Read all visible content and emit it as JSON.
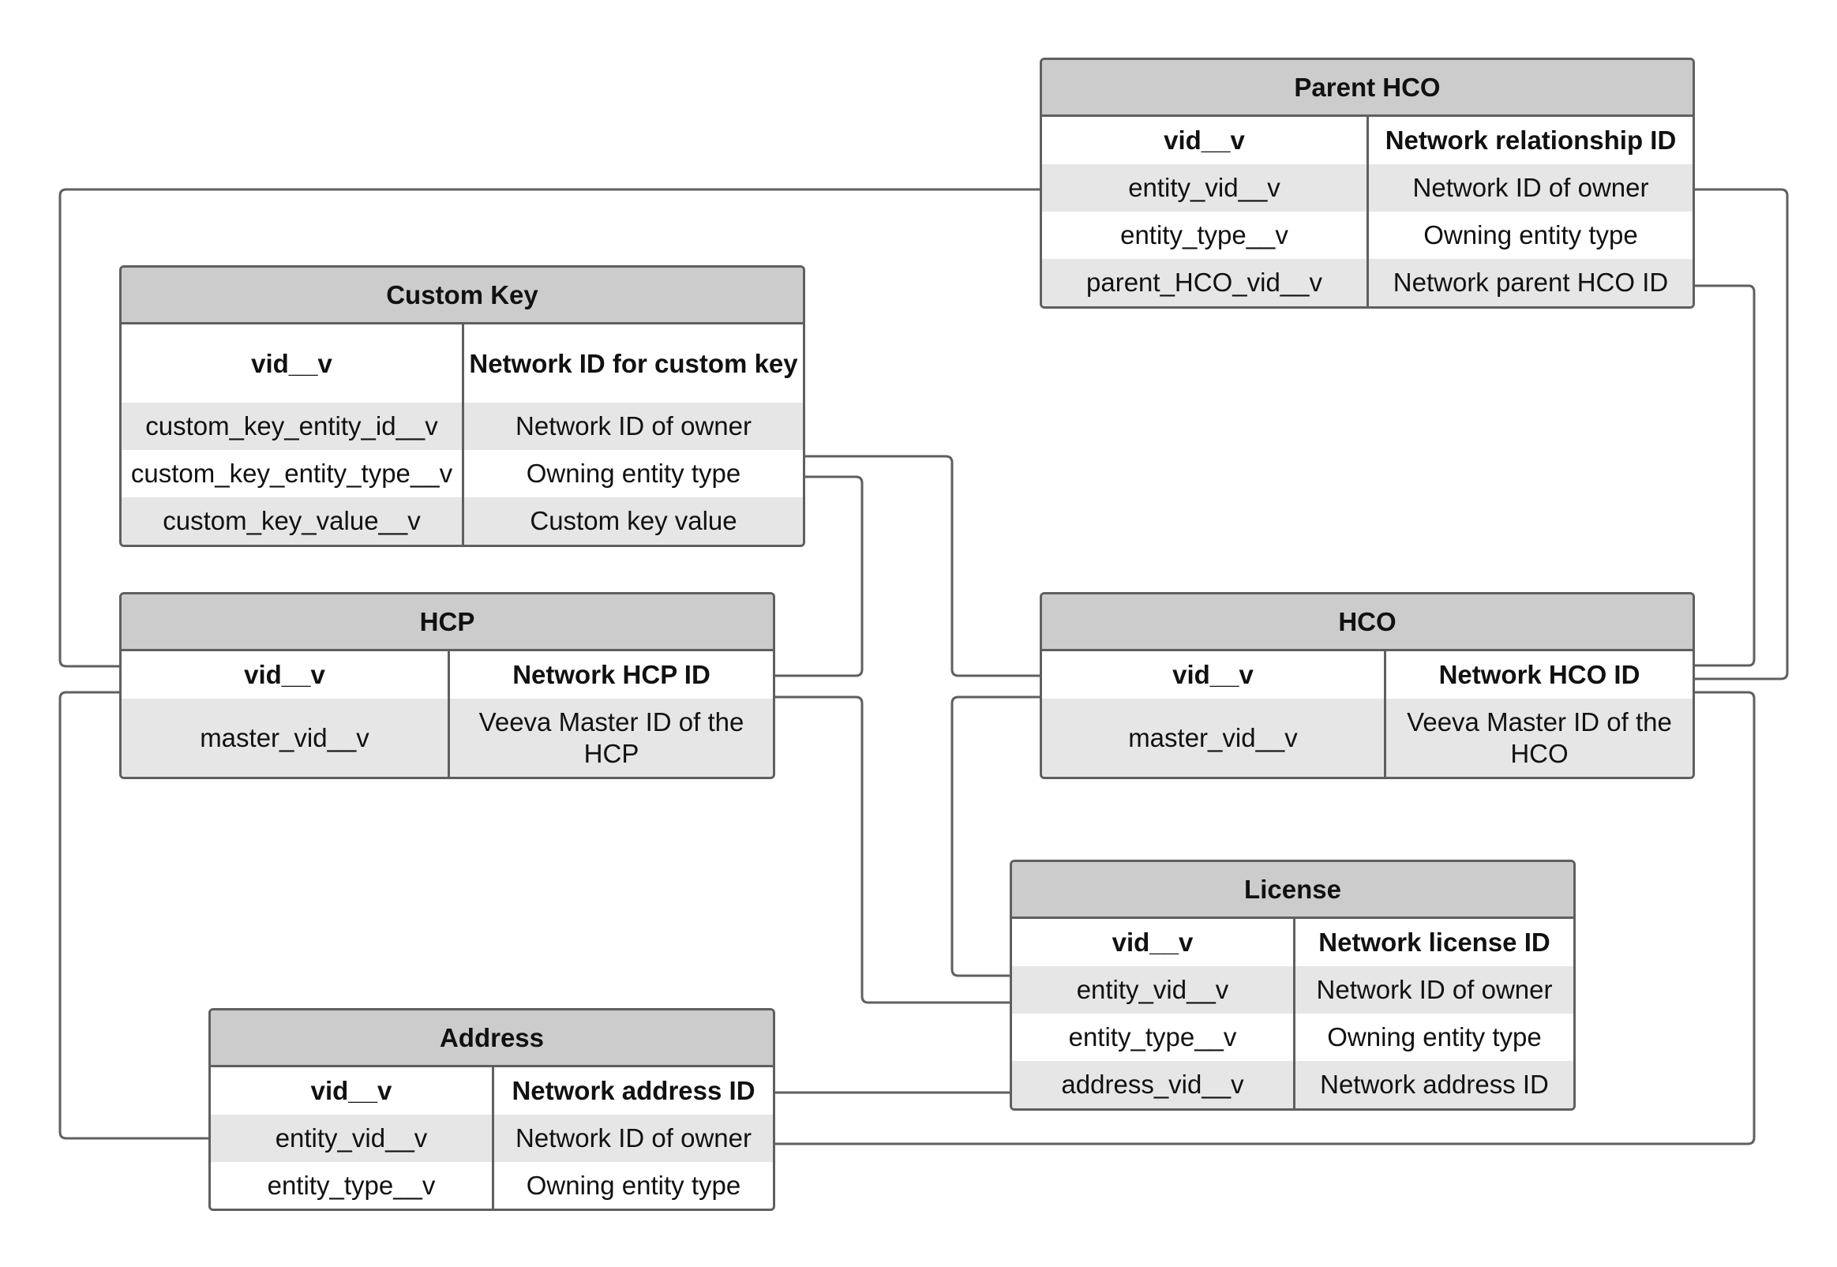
{
  "diagram": {
    "entities": {
      "parent_hco": {
        "title": "Parent HCO",
        "header": [
          "vid__v",
          "Network relationship ID"
        ],
        "rows": [
          [
            "entity_vid__v",
            "Network ID of owner"
          ],
          [
            "entity_type__v",
            "Owning entity type"
          ],
          [
            "parent_HCO_vid__v",
            "Network parent HCO ID"
          ]
        ]
      },
      "custom_key": {
        "title": "Custom Key",
        "header": [
          "vid__v",
          "Network ID for custom key"
        ],
        "rows": [
          [
            "custom_key_entity_id__v",
            "Network ID of owner"
          ],
          [
            "custom_key_entity_type__v",
            "Owning entity type"
          ],
          [
            "custom_key_value__v",
            "Custom key value"
          ]
        ]
      },
      "hcp": {
        "title": "HCP",
        "header": [
          "vid__v",
          "Network HCP ID"
        ],
        "rows": [
          [
            "master_vid__v",
            "Veeva Master ID of the HCP"
          ]
        ]
      },
      "hco": {
        "title": "HCO",
        "header": [
          "vid__v",
          "Network HCO ID"
        ],
        "rows": [
          [
            "master_vid__v",
            "Veeva Master ID of the HCO"
          ]
        ]
      },
      "license": {
        "title": "License",
        "header": [
          "vid__v",
          "Network license ID"
        ],
        "rows": [
          [
            "entity_vid__v",
            "Network ID of owner"
          ],
          [
            "entity_type__v",
            "Owning entity type"
          ],
          [
            "address_vid__v",
            "Network address ID"
          ]
        ]
      },
      "address": {
        "title": "Address",
        "header": [
          "vid__v",
          "Network address ID"
        ],
        "rows": [
          [
            "entity_vid__v",
            "Network ID of owner"
          ],
          [
            "entity_type__v",
            "Owning entity type"
          ]
        ]
      }
    },
    "colors": {
      "line": "#5f5f5f",
      "title_fill": "#cccccc",
      "row_shade": "#e6e6e6",
      "row_plain": "#ffffff"
    }
  }
}
